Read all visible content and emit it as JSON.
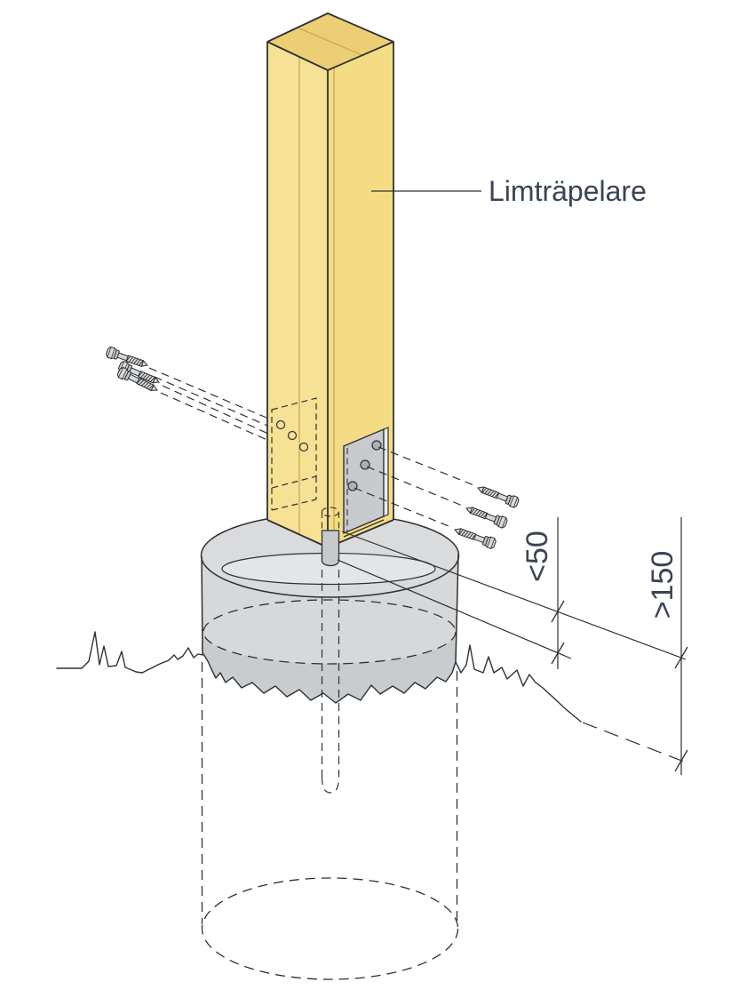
{
  "figure": {
    "label": "Limträpelare",
    "dim_upper": "<50",
    "dim_lower": ">150"
  },
  "colors": {
    "background": "#FFFFFF",
    "wood_left_face": "#F6E194",
    "wood_right_face": "#F4DC85",
    "wood_top_face": "#ECCE74",
    "wood_grain_line": "#C3A04E",
    "concrete_rim": "#D9DBDD",
    "concrete_top": "#E4E5E7",
    "concrete_side_upper": "#D6D8DA",
    "concrete_side_lower": "#C9CCCE",
    "steel_plate": "#C8CACD",
    "screw_head": "#AEB2B5",
    "screw_body": "#D6D8DA",
    "outline": "#2E3133",
    "text": "#3B4356"
  }
}
